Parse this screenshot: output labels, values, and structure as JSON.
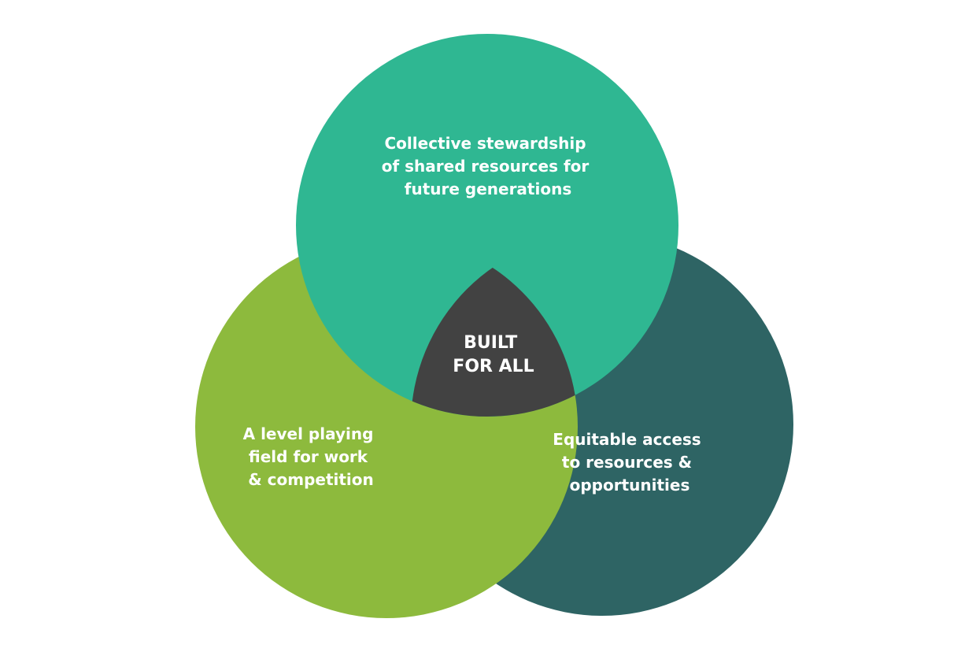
{
  "diagram": {
    "type": "venn",
    "circles": {
      "top": {
        "lines": [
          "Collective stewardship",
          "of shared resources for",
          "future generations"
        ],
        "color": "#2fb792"
      },
      "left": {
        "lines": [
          "A level playing",
          "field for work",
          "& competition"
        ],
        "color": "#8dba3d"
      },
      "right": {
        "lines": [
          "Equitable access",
          "to resources &",
          "opportunities"
        ],
        "color": "#2e6464"
      }
    },
    "center": {
      "lines": [
        "BUILT",
        "FOR ALL"
      ],
      "color": "#424242"
    },
    "background": "#ffffff"
  }
}
